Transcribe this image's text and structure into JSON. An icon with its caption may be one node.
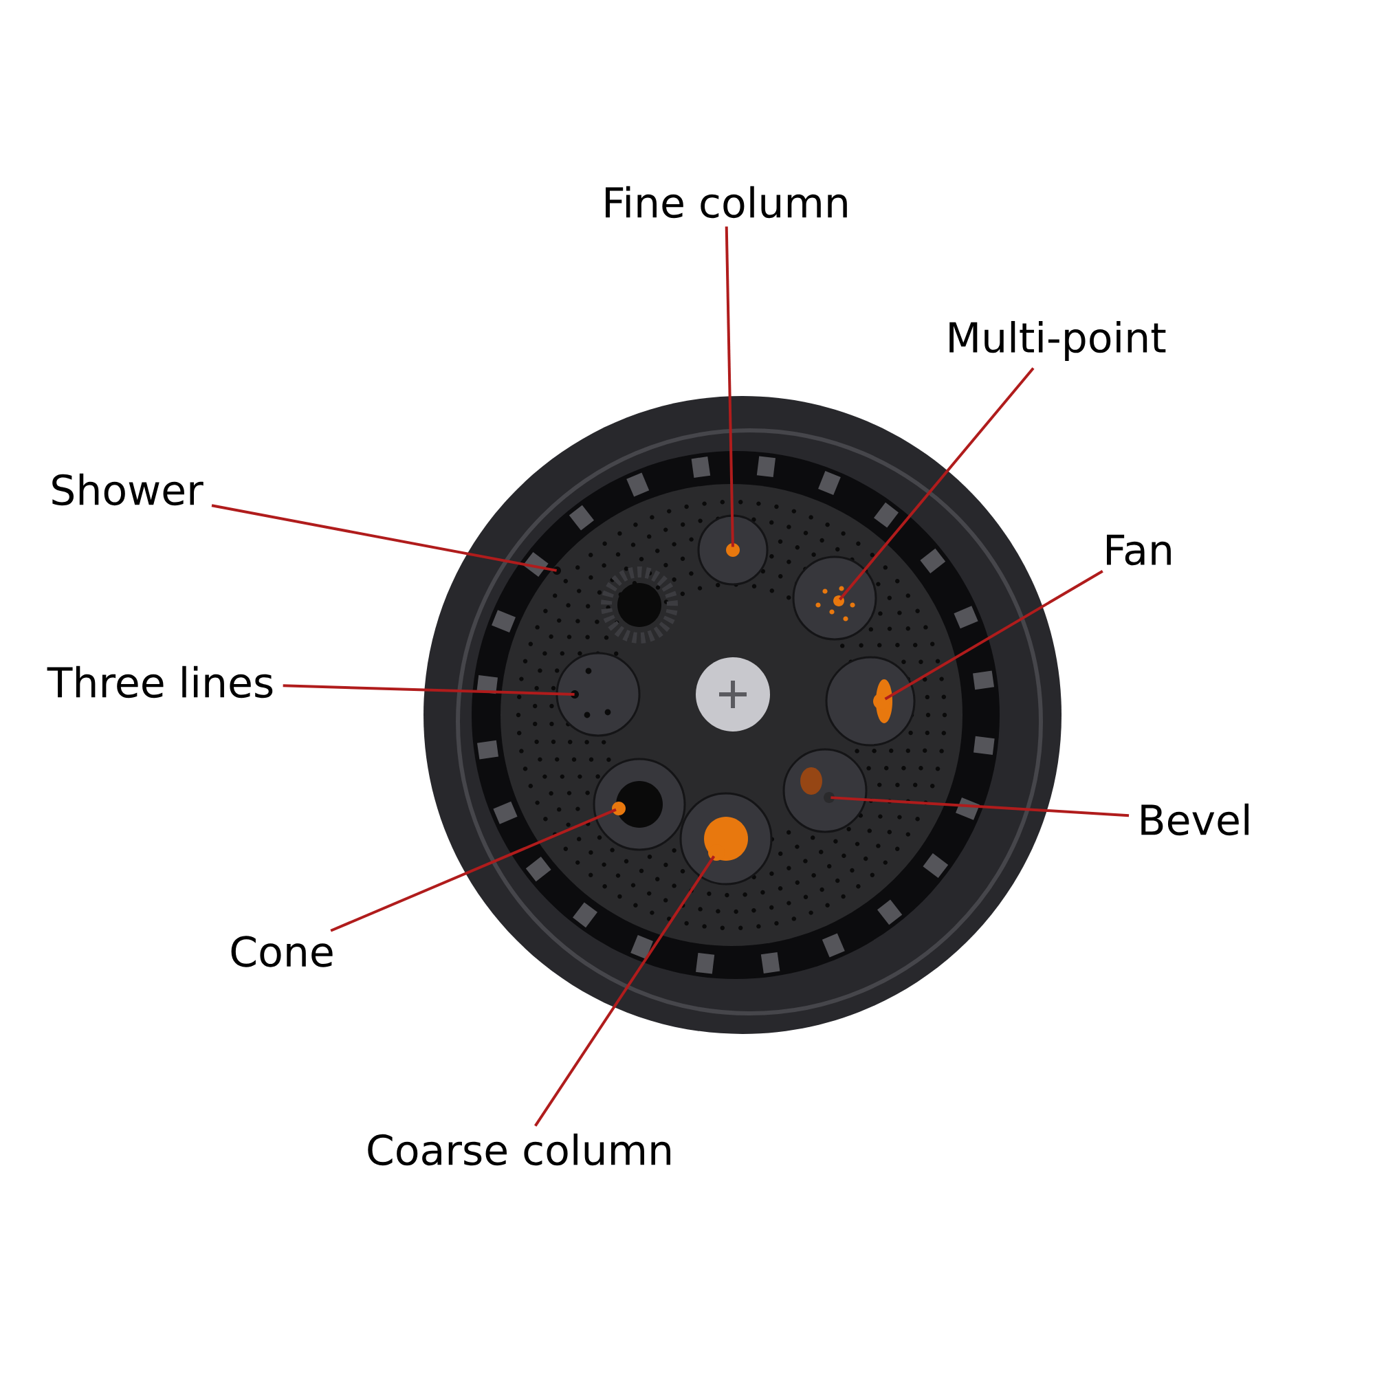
{
  "diagram": {
    "nodes": [
      {
        "text": [
          "Fine column"
        ]
      },
      {
        "text": [
          "Multi-point"
        ]
      },
      {
        "text": [
          "Shower"
        ]
      },
      {
        "text": [
          "Fan"
        ]
      },
      {
        "text": [
          "Three lines"
        ]
      },
      {
        "text": [
          "Bevel"
        ]
      },
      {
        "text": [
          "Cone"
        ]
      },
      {
        "text": [
          "Coarse column"
        ]
      },
      {
        "text": [],
        "shape": "circle"
      },
      {
        "text": [],
        "shape": "circle"
      },
      {
        "text": [],
        "shape": "circle"
      },
      {
        "text": [],
        "shape": "circle"
      },
      {
        "text": [],
        "shape": "circle"
      },
      {
        "text": [],
        "shape": "circle"
      },
      {
        "text": [],
        "shape": "circle"
      },
      {
        "text": [],
        "shape": "circle"
      }
    ],
    "edges": [
      {
        "from": 0,
        "to": 8,
        "arrow": "none"
      },
      {
        "from": 1,
        "to": 9,
        "arrow": "none"
      },
      {
        "from": 2,
        "to": 10,
        "arrow": "none"
      },
      {
        "from": 3,
        "to": 11,
        "arrow": "none"
      },
      {
        "from": 4,
        "to": 12,
        "arrow": "none"
      },
      {
        "from": 5,
        "to": 13,
        "arrow": "none"
      },
      {
        "from": 6,
        "to": 14,
        "arrow": "none"
      },
      {
        "from": 7,
        "to": 15,
        "arrow": "none"
      }
    ]
  }
}
